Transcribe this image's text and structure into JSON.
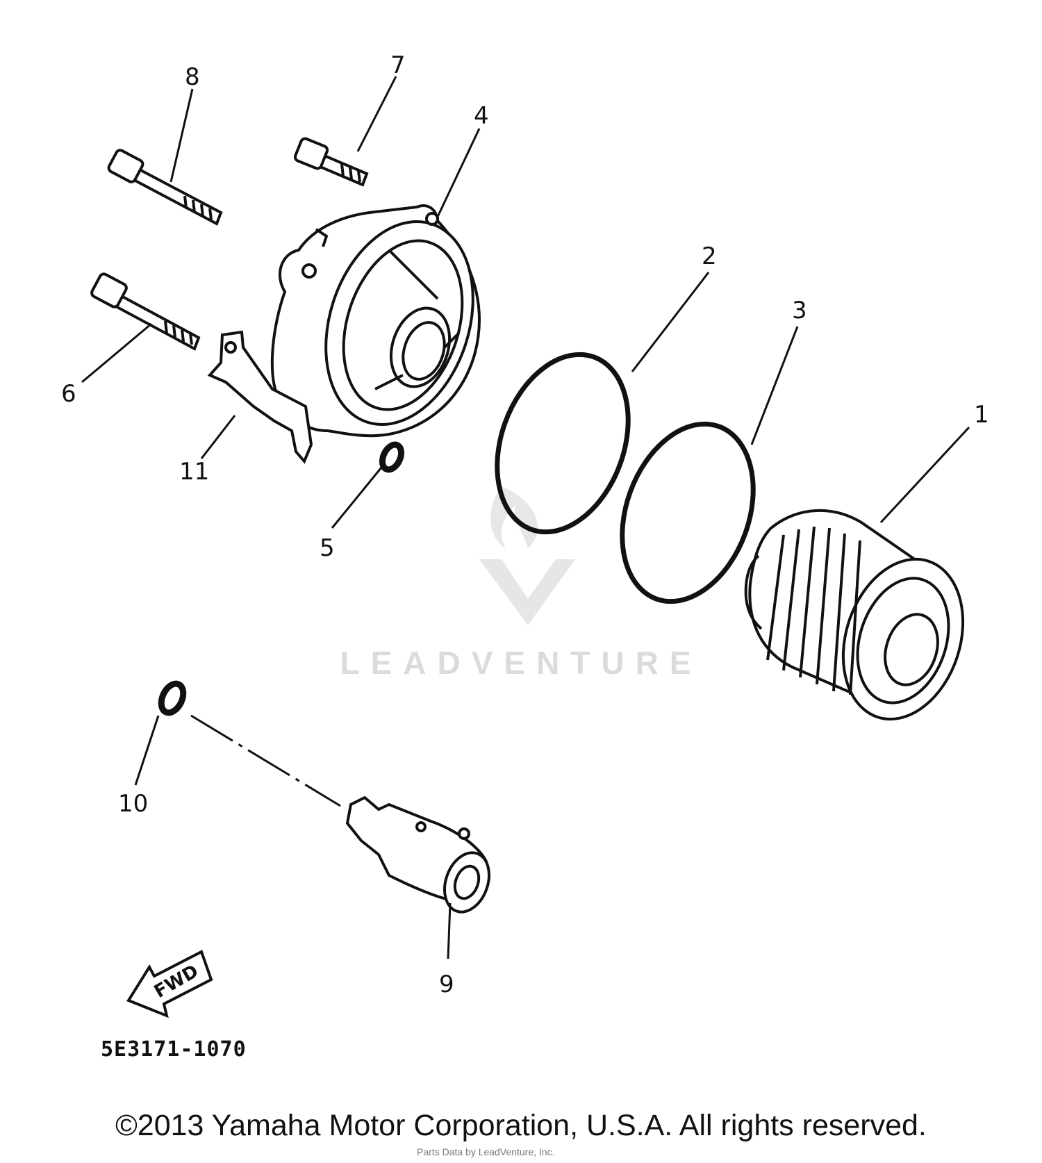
{
  "callouts": [
    {
      "id": "1",
      "label": "1"
    },
    {
      "id": "2",
      "label": "2"
    },
    {
      "id": "3",
      "label": "3"
    },
    {
      "id": "4",
      "label": "4"
    },
    {
      "id": "5",
      "label": "5"
    },
    {
      "id": "6",
      "label": "6"
    },
    {
      "id": "7",
      "label": "7"
    },
    {
      "id": "8",
      "label": "8"
    },
    {
      "id": "9",
      "label": "9"
    },
    {
      "id": "10",
      "label": "10"
    },
    {
      "id": "11",
      "label": "11"
    }
  ],
  "fwd_label": "FWD",
  "diagram_code": "5E3171-1070",
  "watermark": "LEADVENTURE",
  "copyright": "©2013 Yamaha Motor Corporation, U.S.A. All rights reserved.",
  "copyright_sub": "Parts Data by LeadVenture, Inc."
}
